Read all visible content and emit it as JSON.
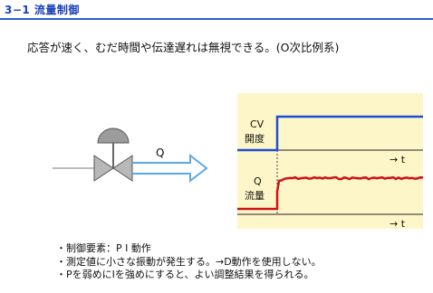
{
  "header": {
    "title": "3−1  流量制御"
  },
  "intro": {
    "text": "応答が速く、むだ時間や伝達遅れは無視できる。(O次比例系)"
  },
  "diagram": {
    "flow_label": "Q",
    "chart": {
      "top_label_line1": "CV",
      "top_label_line2": "開度",
      "bottom_label_line1": "Q",
      "bottom_label_line2": "流量",
      "time_axis_top": "→ t",
      "time_axis_bottom": "→ t",
      "colors": {
        "background": "#fdf6c8",
        "cv": "#1f4fd6",
        "q": "#d0101a"
      }
    }
  },
  "notes": {
    "items": [
      "・制御要素：P I 動作",
      "・測定値に小さな振動が発生する。→D動作を使用しない。",
      "・Pを弱めにIを強めにすると、よい調整結果を得られる。"
    ]
  }
}
